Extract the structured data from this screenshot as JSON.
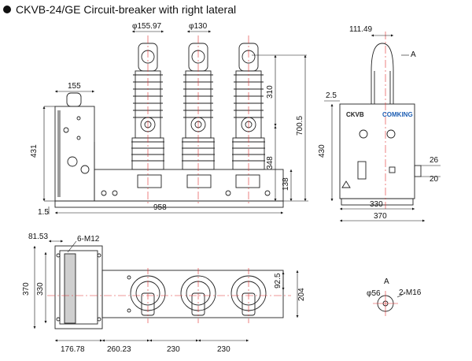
{
  "title": "CKVB-24/GE Circuit-breaker with right lateral",
  "colors": {
    "centerline": "#e03030",
    "outline": "#222222",
    "brand": "#1e5fb4"
  },
  "front_view": {
    "dims": {
      "d1": "φ155.97",
      "d2": "φ130",
      "top_width": "155",
      "left_height": "431",
      "h310": "310",
      "h700": "700.5",
      "h348": "348",
      "h138": "138",
      "width": "958",
      "bottom_left": "1.5"
    }
  },
  "side_view": {
    "dims": {
      "top": "111.49",
      "a_mark": "A",
      "d2_5": "2.5",
      "h430": "430",
      "d26": "26",
      "d20": "20",
      "w330": "330",
      "w370": "370"
    },
    "brand_left": "CKVB",
    "brand_right": "COMKING"
  },
  "top_view": {
    "dims": {
      "d81": "81.53",
      "m12": "6-M12",
      "h370": "370",
      "h330": "330",
      "d92": "92.5",
      "h204": "204",
      "b176": "176.78",
      "b260": "260.23",
      "b230a": "230",
      "b230b": "230"
    }
  },
  "detail_a": {
    "label": "A",
    "dia": "φ56",
    "bolts": "2-M16"
  }
}
